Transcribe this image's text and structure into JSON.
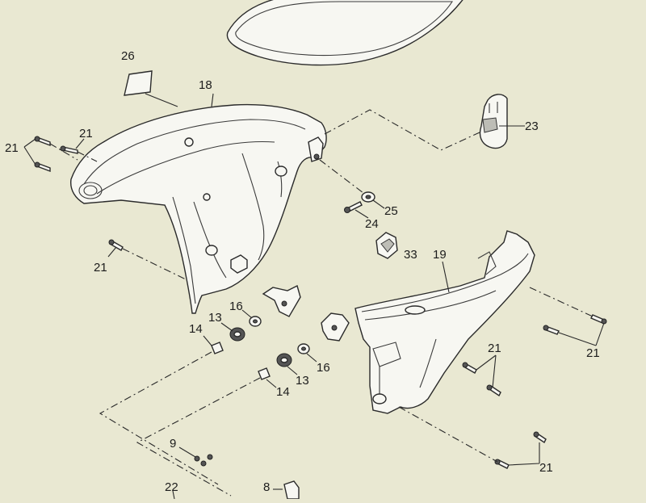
{
  "colors": {
    "paper": "#e9e8d2",
    "ink": "#2a2a2a",
    "part_fill": "#f7f7f2",
    "shadow": "#bdbdb6"
  },
  "callouts": {
    "c8": "8",
    "c9": "9",
    "c13a": "13",
    "c13b": "13",
    "c14a": "14",
    "c14b": "14",
    "c16a": "16",
    "c16b": "16",
    "c18": "18",
    "c19": "19",
    "c21a": "21",
    "c21b": "21",
    "c21c": "21",
    "c21d": "21",
    "c21e": "21",
    "c21f": "21",
    "c22": "22",
    "c23": "23",
    "c24": "24",
    "c25": "25",
    "c26": "26",
    "c33": "33"
  }
}
